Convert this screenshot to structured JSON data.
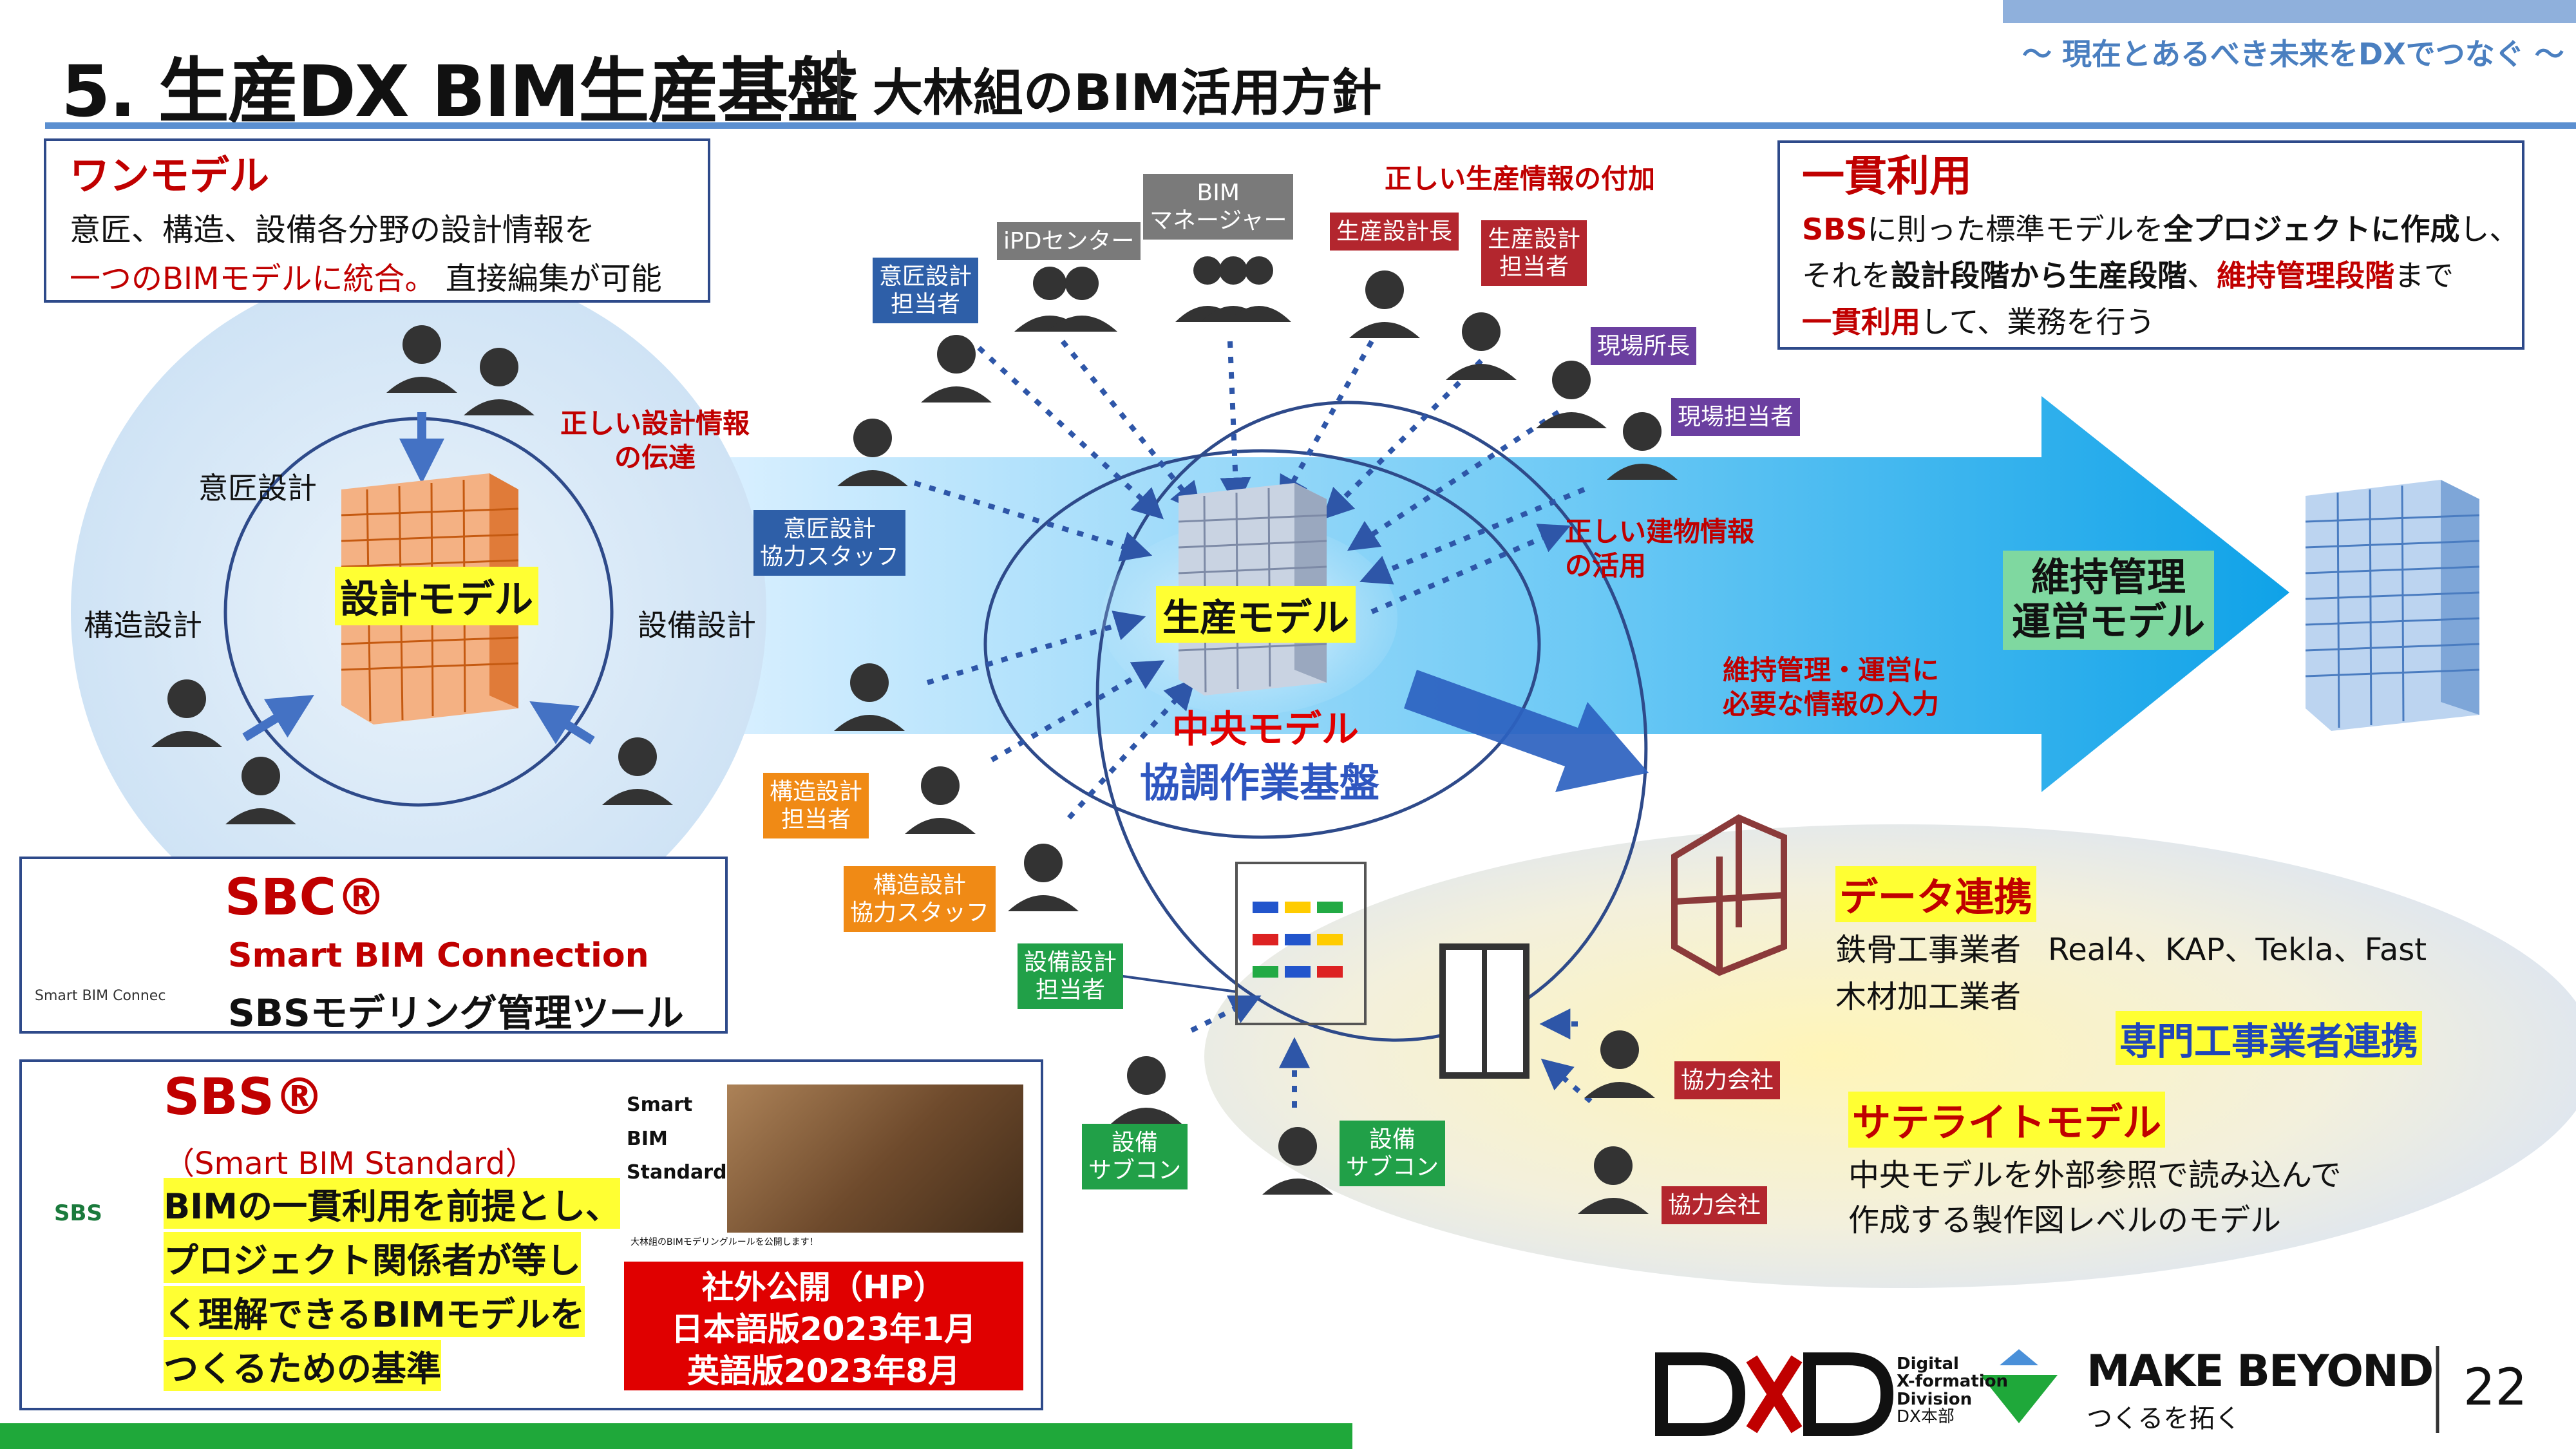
{
  "header": {
    "title": "5. 生産DX BIM生産基盤",
    "subtitle": "大林組のBIM活用方針",
    "tagline": "～ 現在とあるべき未来をDXでつなぐ ～"
  },
  "one_model": {
    "heading": "ワンモデル",
    "line1": "意匠、構造、設備各分野の設計情報を",
    "line2_red": "一つのBIMモデルに統合。",
    "line2_rest": "直接編集が可能"
  },
  "consistent_use": {
    "heading": "一貫利用",
    "l1_red": "SBS",
    "l1_a": "に則った標準モデルを",
    "l1_b": "全プロジェクトに作成",
    "l1_c": "し、",
    "l2_a": "それを",
    "l2_b": "設計段階から生産段階",
    "l2_c": "、",
    "l2_red": "維持管理段階",
    "l2_d": "まで",
    "l3_red": "一貫利用",
    "l3_rest": "して、業務を行う"
  },
  "design_circle": {
    "label_ishou": "意匠設計",
    "label_kouzou": "構造設計",
    "label_setsubi": "設備設計",
    "center": "設計モデル",
    "flow_note": "正しい設計情報\nの伝達"
  },
  "center": {
    "model": "生産モデル",
    "central": "中央モデル",
    "platform": "協調作業基盤"
  },
  "roles": {
    "ipd": "iPDセンター",
    "bim_manager": "BIM\nマネージャー",
    "prod_manager": "生産設計長",
    "prod_designer": "生産設計\n担当者",
    "site_chief": "現場所長",
    "site_staff": "現場担当者",
    "ishou_tantou": "意匠設計\n担当者",
    "ishou_staff": "意匠設計\n協力スタッフ",
    "kouzou_tantou": "構造設計\n担当者",
    "kouzou_staff": "構造設計\n協力スタッフ",
    "setsubi_tantou": "設備設計\n担当者",
    "subcon1": "設備\nサブコン",
    "subcon2": "設備\nサブコン",
    "partner1": "協力会社",
    "partner2": "協力会社"
  },
  "notes": {
    "add_prod_info": "正しい生産情報の付加",
    "use_building_info": "正しい建物情報\nの活用",
    "maint_input": "維持管理・運営に\n必要な情報の入力"
  },
  "maintenance": {
    "label": "維持管理\n運営モデル"
  },
  "satellite": {
    "data_link": "データ連携",
    "steel": "鉄骨工事業者",
    "steel_tools": "Real4、KAP、Tekla、Fast",
    "wood": "木材加工業者",
    "specialist": "専門工事業者連携",
    "heading": "サテライトモデル",
    "desc1": "中央モデルを外部参照で読み込んで",
    "desc2": "作成する製作図レベルのモデル"
  },
  "sbc": {
    "title": "SBC®",
    "name": "Smart BIM Connection",
    "desc": "SBSモデリング管理ツール",
    "logo_text": "Smart BIM Connec"
  },
  "sbs": {
    "title": "SBS®",
    "name": "（Smart BIM Standard）",
    "l1": "BIMの一貫利用を前提とし、",
    "l2": "プロジェクト関係者が等し",
    "l3": "く理解できるBIMモデルを",
    "l4": "つくるための基準",
    "logo_text": "SBS",
    "photo_l1": "Smart",
    "photo_l2": "BIM",
    "photo_l3": "Standard",
    "photo_caption": "大林組のBIMモデリングルールを公開します！"
  },
  "public_release": {
    "l1": "社外公開（HP）",
    "l2": "日本語版2023年1月",
    "l3": "英語版2023年8月"
  },
  "footer": {
    "dxd_l1": "Digital",
    "dxd_l2": "X-formation",
    "dxd_l3": "Division",
    "dxd_l4": "DX本部",
    "brand": "MAKE BEYOND",
    "brand_sub": "つくるを拓く",
    "page": "22"
  },
  "colors": {
    "accent_red": "#c00000",
    "rule_blue": "#5b8fd0",
    "footer_green": "#1fa83a"
  }
}
